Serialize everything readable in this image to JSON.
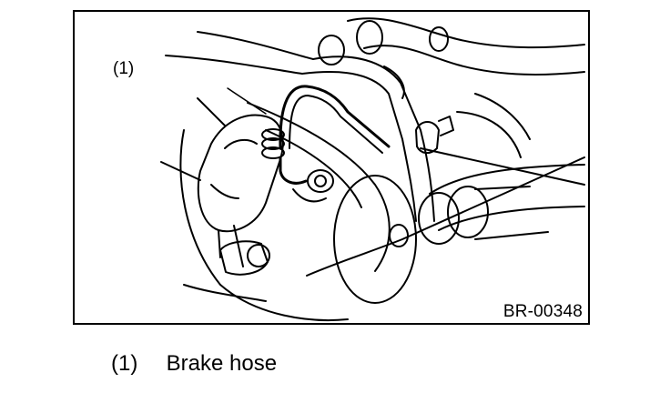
{
  "figure": {
    "code": "BR-00348",
    "callout": "(1)"
  },
  "legend": {
    "items": [
      {
        "number": "(1)",
        "label": "Brake hose"
      }
    ]
  }
}
